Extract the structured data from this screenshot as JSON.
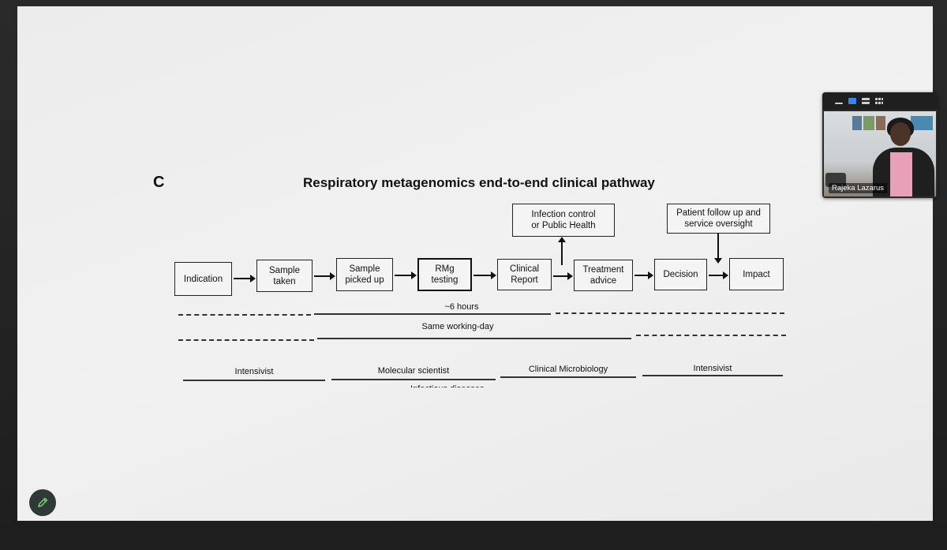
{
  "slide": {
    "panel_letter": "C",
    "title": "Respiratory metagenomics end-to-end clinical pathway",
    "top_boxes": [
      {
        "label": "Infection control\nor Public Health"
      },
      {
        "label": "Patient follow up and\nservice oversight"
      }
    ],
    "pathway_boxes": [
      {
        "label": "Indication"
      },
      {
        "label": "Sample\ntaken"
      },
      {
        "label": "Sample\npicked up"
      },
      {
        "label": "RMg\ntesting"
      },
      {
        "label": "Clinical\nReport"
      },
      {
        "label": "Treatment\nadvice"
      },
      {
        "label": "Decision"
      },
      {
        "label": "Impact"
      }
    ],
    "timeline": {
      "six_hours": "~6 hours",
      "same_day": "Same working-day"
    },
    "roles": [
      {
        "label": "Intensivist"
      },
      {
        "label": "Molecular scientist"
      },
      {
        "label": "Clinical Microbiology"
      },
      {
        "label": "Intensivist"
      }
    ],
    "cut_off_role": "Infectious diseases"
  },
  "video_call": {
    "participant_name": "Rajeka Lazarus",
    "toolbar_icons": [
      "minimize-icon",
      "speaker-view-icon",
      "gallery-view-icon",
      "grid-view-icon"
    ],
    "accent_color": "#3b82f6"
  },
  "annotate_button": {
    "icon": "pencil-icon",
    "color": "#2f3a38"
  }
}
